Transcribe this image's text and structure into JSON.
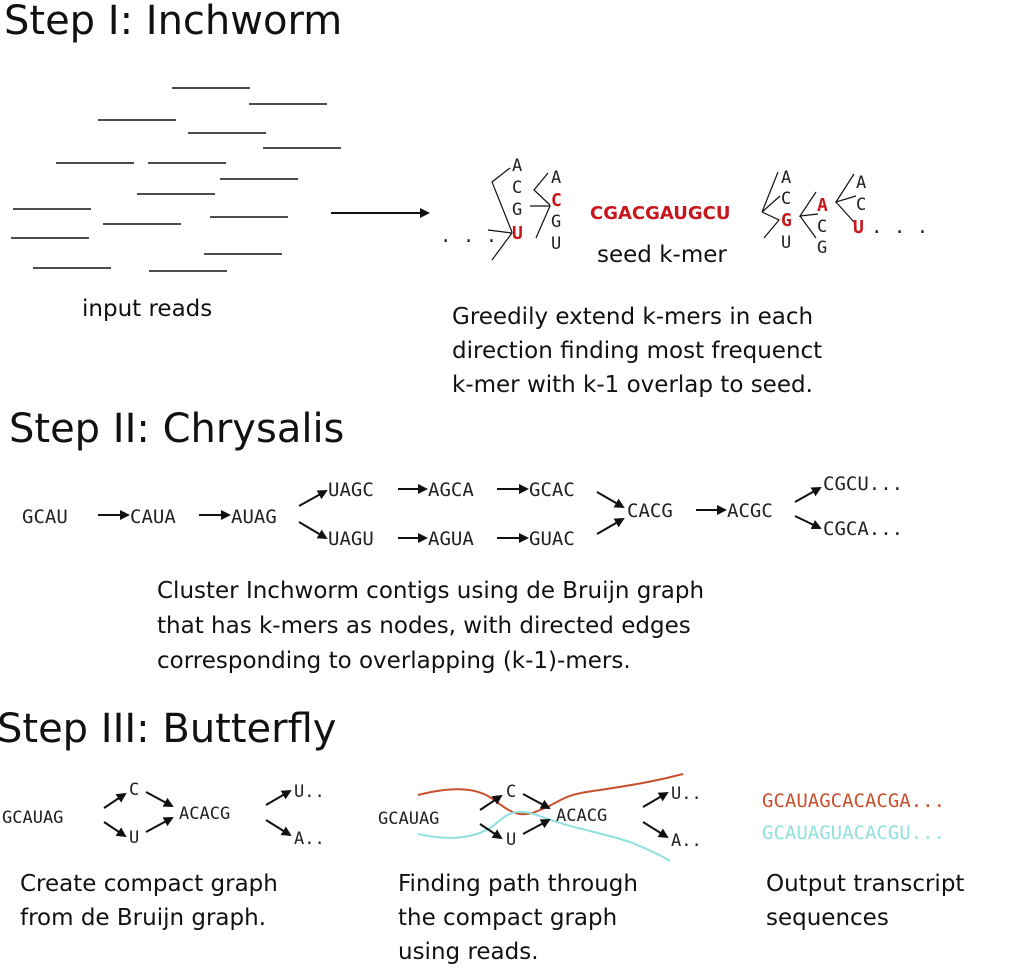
{
  "step1": {
    "title": "Step I: Inchworm",
    "input_label": "input reads",
    "extension": {
      "prefix_dots": ". . .",
      "suffix_dots": ". . .",
      "left_outer": [
        "A",
        "C",
        "G",
        "U"
      ],
      "left_outer_chosen": "U",
      "left_inner": [
        "A",
        "C",
        "G",
        "U"
      ],
      "left_inner_chosen": "C",
      "seed": "CGACGAUGCU",
      "seed_label": "seed k-mer",
      "right_inner": [
        "A",
        "C",
        "G",
        "U"
      ],
      "right_inner_chosen": "G",
      "right_mid": [
        "A",
        "C",
        "G"
      ],
      "right_mid_chosen": "A",
      "right_outer": [
        "A",
        "C",
        "U"
      ],
      "right_outer_chosen": "U"
    },
    "caption": [
      "Greedily extend k-mers in each",
      "direction finding most frequenct",
      "k-mer with k-1 overlap to seed."
    ]
  },
  "step2": {
    "title": "Step II: Chrysalis",
    "nodes": {
      "n1": "GCAU",
      "n2": "CAUA",
      "n3": "AUAG",
      "top1": "UAGC",
      "top2": "AGCA",
      "top3": "GCAC",
      "bot1": "UAGU",
      "bot2": "AGUA",
      "bot3": "GUAC",
      "merge": "CACG",
      "n5": "ACGC",
      "out1": "CGCU...",
      "out2": "CGCA..."
    },
    "caption": [
      "Cluster Inchworm contigs using de Bruijn graph",
      "that has k-mers as nodes, with directed edges",
      "corresponding to overlapping (k-1)-mers."
    ]
  },
  "step3": {
    "title": "Step III: Butterfly",
    "graph": {
      "start": "GCAUAG",
      "up": "C",
      "down": "U",
      "mid": "ACACG",
      "end_up": "U..",
      "end_down": "A.."
    },
    "captions": {
      "compact": [
        "Create compact graph",
        "from de Bruijn graph."
      ],
      "path": [
        "Finding path through",
        "the compact graph",
        "using reads."
      ],
      "output": [
        "Output transcript",
        "sequences"
      ]
    },
    "transcripts": [
      {
        "seq": "GCAUAGCACACGA...",
        "color": "#c8502e"
      },
      {
        "seq": "GCAUAGUACACGU...",
        "color": "#8fe0de"
      }
    ]
  }
}
